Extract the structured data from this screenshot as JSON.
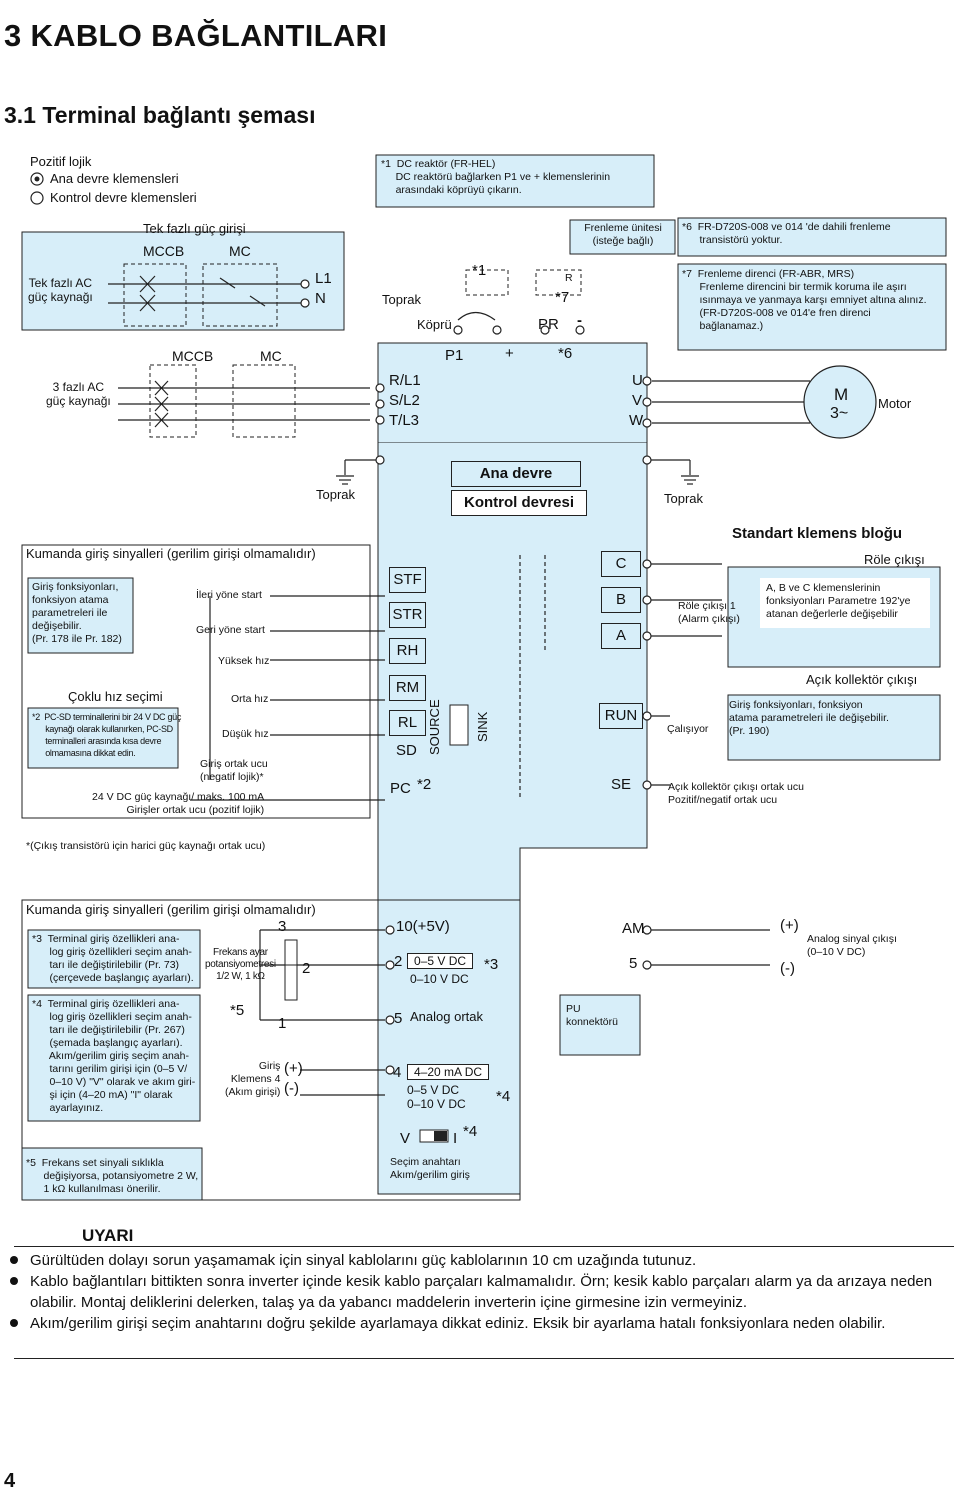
{
  "page": {
    "chapter_title": "3  KABLO BAĞLANTILARI",
    "section_title": "3.1  Terminal bağlantı şeması",
    "page_number": "4"
  },
  "legend": {
    "logic": "Pozitif lojik",
    "main_terminals": "Ana devre klemensleri",
    "control_terminals": "Kontrol devre klemensleri"
  },
  "notes": {
    "n1": "*1  DC reaktör (FR-HEL)\n     DC reaktörü bağlarken P1 ve + klemenslerinin\n     arasındaki köprüyü çıkarın.",
    "n6": "*6  FR-D720S-008 ve 014 'de dahili frenleme\n      transistörü yoktur.",
    "n7": "*7  Frenleme direnci (FR-ABR, MRS)\n      Frenleme direncini bir termik koruma ile aşırı\n      ısınmaya ve yanmaya karşı emniyet altına alınız.\n      (FR-D720S-008 ve 014'e fren direnci\n      bağlanamaz.)",
    "n2": "*2  PC-SD terminallerini bir 24 V DC güç\n      kaynağı olarak kullanırken, PC-SD\n      terminalleri arasında kısa devre\n      olmamasına dikkat edin.",
    "n3": "*3  Terminal giriş özellikleri ana-\n      log giriş özellikleri seçim anah-\n      tarı ile değiştirilebilir (Pr. 73)\n      (çerçevede başlangıç ayarları).",
    "n4": "*4  Terminal giriş özellikleri ana-\n      log giriş özellikleri seçim anah-\n      tarı ile değiştirilebilir (Pr. 267)\n      (şemada başlangıç ayarları).\n      Akım/gerilim giriş seçim anah-\n      tarını gerilim girişi için (0–5 V/\n      0–10 V) \"V\" olarak ve akım giri-\n      şi için (4–20 mA) \"I\" olarak\n      ayarlayınız.",
    "n5": "*5  Frekans set sinyali sıklıkla\n      değişiyorsa, potansiyometre 2 W,\n      1 kΩ kullanılması önerilir."
  },
  "power": {
    "single_phase_source": "Tek fazlı AC\ngüç kaynağı",
    "single_phase_input": "Tek fazlı güç girişi",
    "three_phase_source": "3 fazlı AC\ngüç kaynağı",
    "mccb": "MCCB",
    "mc": "MC",
    "l1": "L1",
    "n": "N",
    "r_l1": "R/L1",
    "s_l2": "S/L2",
    "t_l3": "T/L3",
    "toprak": "Toprak",
    "kopru": "Köprü",
    "p1": "P1",
    "plus": "+",
    "pr": "PR",
    "minus": "-",
    "r": "R",
    "star1": "*1",
    "star6": "*6",
    "star7": "*7",
    "brake_unit": "Frenleme ünitesi\n(isteğe bağlı)",
    "u": "U",
    "v": "V",
    "w": "W",
    "motor_m": "M",
    "motor_3": "3~",
    "motor": "Motor",
    "main_circuit": "Ana devre",
    "control_circuit": "Kontrol devresi"
  },
  "control": {
    "cmd_inputs": "Kumanda giriş sinyalleri (gerilim girişi olmamalıdır)",
    "func_assign": "Giriş fonksiyonları,\nfonksiyon atama\nparametreleri ile\ndeğişebilir.\n(Pr. 178 ile Pr. 182)",
    "fwd": "İleri yöne start",
    "rev": "Geri yöne start",
    "high": "Yüksek hız",
    "multi": "Çoklu hız seçimi",
    "mid": "Orta hız",
    "low": "Düşük hız",
    "common_neg": "Giriş ortak ucu\n(negatif lojik)*",
    "supply": "24 V DC güç kaynağı/ maks. 100 mA\nGirişler ortak ucu (pozitif lojik)",
    "stf": "STF",
    "str": "STR",
    "rh": "RH",
    "rm": "RM",
    "rl": "RL",
    "sd": "SD",
    "pc": "PC",
    "star2": "*2",
    "source": "SOURCE",
    "sink": "SINK",
    "ext_power": "*(Çıkış transistörü için harici güç kaynağı ortak ucu)",
    "std_block": "Standart klemens bloğu",
    "relay_out": "Röle çıkışı",
    "c": "C",
    "b": "B",
    "a": "A",
    "relay1": "Röle çıkışı 1\n(Alarm çıkışı)",
    "abc_desc": "A, B ve C klemenslerinin\nfonksiyonları Parametre 192'ye\natanan değerlerle değişebilir",
    "open_coll": "Açık kollektör çıkışı",
    "run": "RUN",
    "se": "SE",
    "running": "Çalışıyor",
    "out_func": "Giriş fonksiyonları, fonksiyon\natama parametreleri ile değişebilir.\n(Pr. 190)",
    "oc_common": "Açık kollektör çıkışı ortak ucu\nPozitif/negatif ortak ucu"
  },
  "analog": {
    "cmd_inputs": "Kumanda giriş sinyalleri (gerilim girişi olmamalıdır)",
    "pot": "Frekans ayar\npotansiyometresi\n1/2 W, 1 kΩ",
    "t3": "3",
    "t2": "2",
    "t1": "1",
    "star5": "*5",
    "ten": "10(+5V)",
    "two": "2",
    "v05": "0–5 V DC",
    "v010": "0–10 V DC",
    "star3": "*3",
    "five": "5",
    "analog_common": "Analog ortak",
    "am": "AM",
    "am5": "5",
    "plus": "(+)",
    "minus": "(-)",
    "analog_out": "Analog sinyal çıkışı\n(0–10 V DC)",
    "pu": "PU\nkonnektörü",
    "input4": "Giriş\nKlemens 4\n(Akım girişi)",
    "four": "4",
    "ma": "4–20 mA DC",
    "v05b": "0–5 V DC",
    "v010b": "0–10 V DC",
    "star4": "*4",
    "sw_v": "V",
    "sw_i": "I",
    "switch": "Seçim anahtarı\nAkım/gerilim giriş"
  },
  "warning": {
    "title": "UYARI",
    "items": [
      "Gürültüden dolayı sorun yaşamamak için sinyal kablolarını güç kablolarının 10 cm uzağında tutunuz.",
      "Kablo bağlantıları bittikten sonra inverter içinde kesik kablo parçaları kalmamalıdır. Örn; kesik kablo parçaları alarm ya da arızaya neden olabilir. Montaj deliklerini delerken, talaş ya da yabancı maddelerin inverterin içine girmesine izin vermeyiniz.",
      "Akım/gerilim girişi seçim anahtarını doğru şekilde ayarlamaya dikkat ediniz. Eksik bir ayarlama hatalı fonksiyonlara neden olabilir."
    ]
  }
}
